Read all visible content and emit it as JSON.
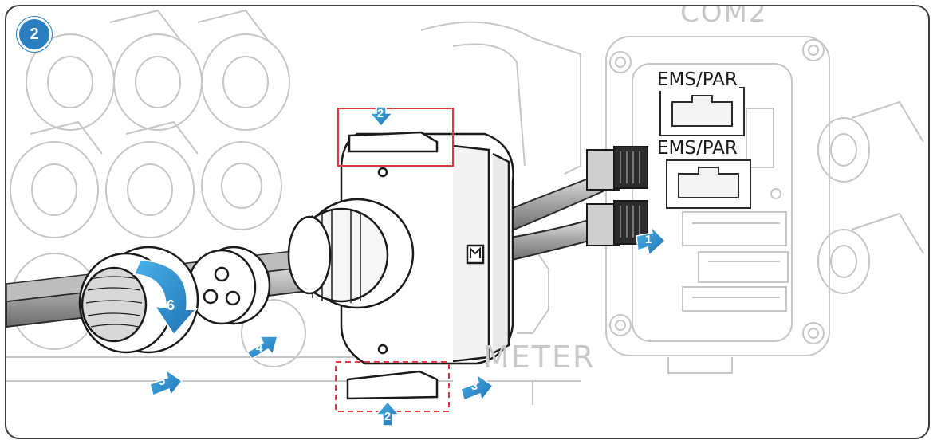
{
  "step_badge": "2",
  "ports": {
    "top_label": "EMS/PAR",
    "bottom_label": "EMS/PAR"
  },
  "faint_labels": {
    "com": "COM2",
    "meter": "METER"
  },
  "callouts": {
    "c1": "1",
    "c2_top": "2",
    "c2_bottom": "2",
    "c3": "3",
    "c4": "4",
    "c5": "5",
    "c6": "6"
  },
  "colors": {
    "accent_blue": "#2a7fc0",
    "arrow_blue_light": "#3fa3dd",
    "highlight_red": "#e0393e",
    "line_gray": "#bdbdbd",
    "line_dark": "#1e1e1e"
  }
}
